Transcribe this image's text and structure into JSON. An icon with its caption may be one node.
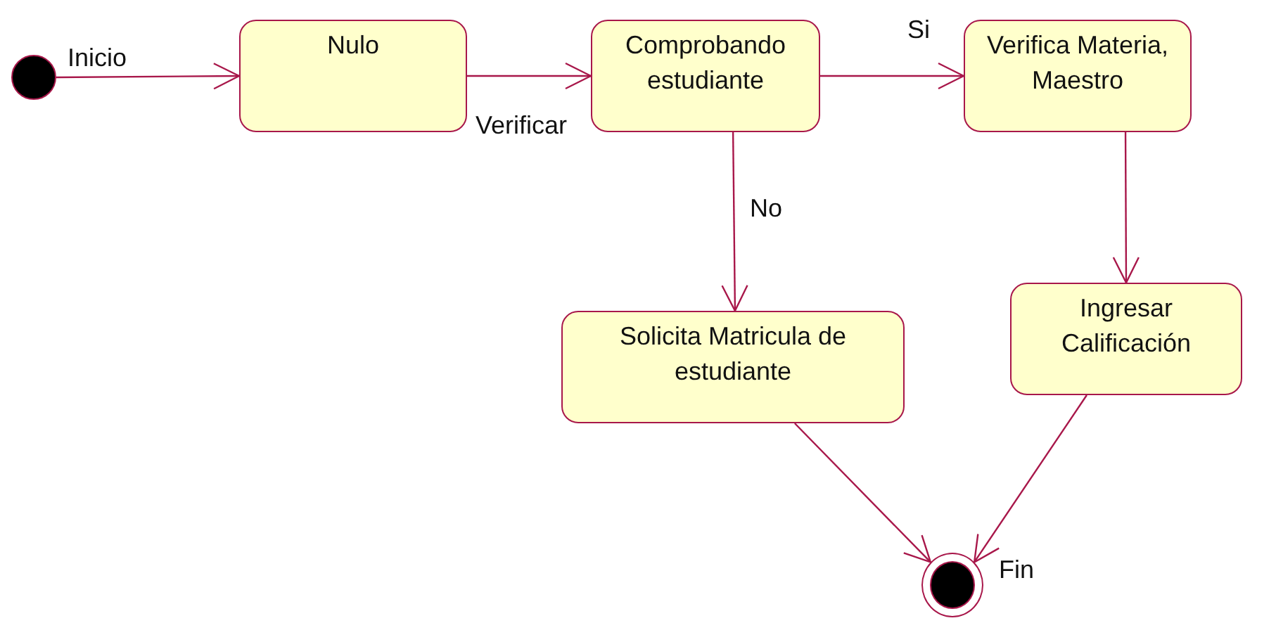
{
  "diagram": {
    "nodes": [
      {
        "text": [],
        "shape": "circle",
        "beside": [
          "Inicio"
        ]
      },
      {
        "text": [
          "Nulo"
        ]
      },
      {
        "text": [
          "Comprobando estudiante"
        ]
      },
      {
        "text": [
          "Verifica Materia, Maestro"
        ]
      },
      {
        "text": [
          "Solicita Matricula de estudiante"
        ]
      },
      {
        "text": [
          "Ingresar Calificación"
        ]
      },
      {
        "text": [],
        "shape": "bullseye",
        "beside": [
          "Fin"
        ]
      }
    ],
    "edges": [
      {
        "from": 0,
        "to": 1,
        "arrow": "to"
      },
      {
        "from": 1,
        "to": 2,
        "arrow": "to",
        "label": "Verificar"
      },
      {
        "from": 2,
        "to": 3,
        "arrow": "to",
        "label": "Si"
      },
      {
        "from": 2,
        "to": 4,
        "arrow": "to",
        "label": "No"
      },
      {
        "from": 3,
        "to": 5,
        "arrow": "to"
      },
      {
        "from": 4,
        "to": 6,
        "arrow": "to"
      },
      {
        "from": 5,
        "to": 6,
        "arrow": "to"
      }
    ]
  }
}
